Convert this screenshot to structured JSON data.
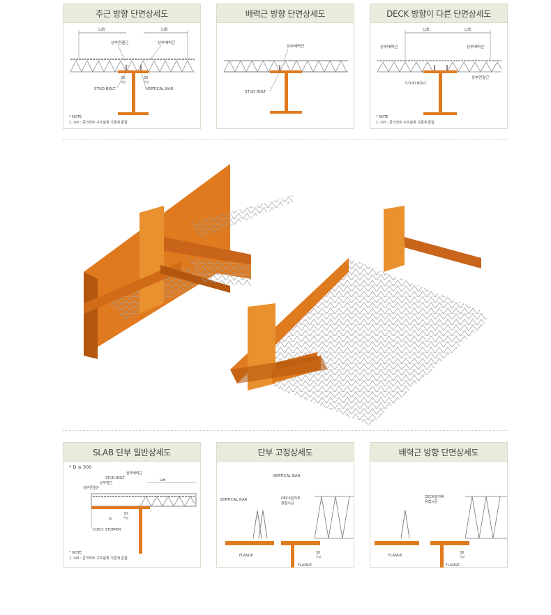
{
  "top_panels": [
    {
      "title": "주근 방향 단면상세도",
      "labels": {
        "ldt_left": "Ldt",
        "ldt_right": "Ldt",
        "upper_main": "상부연결근",
        "upper_dist": "상부배력근",
        "stud": "STUD BOLT",
        "vertical": "VERTICAL BAR",
        "dim_left": "30",
        "dim_left_sub": "이상",
        "dim_right": "30",
        "dim_right_sub": "이상"
      },
      "note_title": "* NOTE",
      "note_text": "1. Ldt : 콘크리트 구조설계 기준에 준함."
    },
    {
      "title": "배력근 방향 단면상세도",
      "labels": {
        "upper_dist": "상부배력근",
        "stud": "STUD BOLT"
      }
    },
    {
      "title": "DECK 방향이 다른 단면상세도",
      "labels": {
        "ldt_left": "Ldt",
        "ldt_right": "Ldt",
        "upper_dist_left": "상부배력근",
        "upper_dist_right": "상부배력근",
        "stud": "STUD BOLT",
        "upper_main": "상부연결근"
      },
      "note_title": "* NOTE",
      "note_text": "1. Ldt : 콘크리트 구조설계 기준에 준함."
    }
  ],
  "bottom_panels": [
    {
      "title": "SLAB 단부 일반상세도",
      "labels": {
        "condition": "* D ≤ 300",
        "upper_dist": "상부배력근",
        "stud": "STUD BOLT",
        "upper_main": "상부철근",
        "upper_conn": "상부연결근",
        "ldt": "Ldt",
        "d": "D",
        "dim": "30",
        "dim_sub": "이상",
        "stopper": "CON'C STOPPER"
      },
      "note_title": "* NOTE",
      "note_text": "1. Ldt : 콘크리트 구조설계 기준에 준함."
    },
    {
      "title": "단부 고정상세도",
      "labels": {
        "vertical_left": "VERTICAL BAR",
        "vertical_top": "VERTICAL BAR",
        "deck_weld": "DECK설치후",
        "deck_weld2": "용접시공",
        "flange_left": "FLANGE",
        "flange_right": "FLANGE",
        "dim": "30",
        "dim_sub": "이상"
      }
    },
    {
      "title": "배력근 방향 단면상세도",
      "labels": {
        "deck_weld": "DECK설치후",
        "deck_weld2": "용접시공",
        "flange_left": "FLANGE",
        "flange_right": "FLANGE",
        "dim": "30",
        "dim_sub": "이상"
      }
    }
  ],
  "colors": {
    "steel": "#e07a1e",
    "steel_dark": "#b3560e",
    "line": "#555555",
    "panel_head": "#e9ecdc"
  }
}
